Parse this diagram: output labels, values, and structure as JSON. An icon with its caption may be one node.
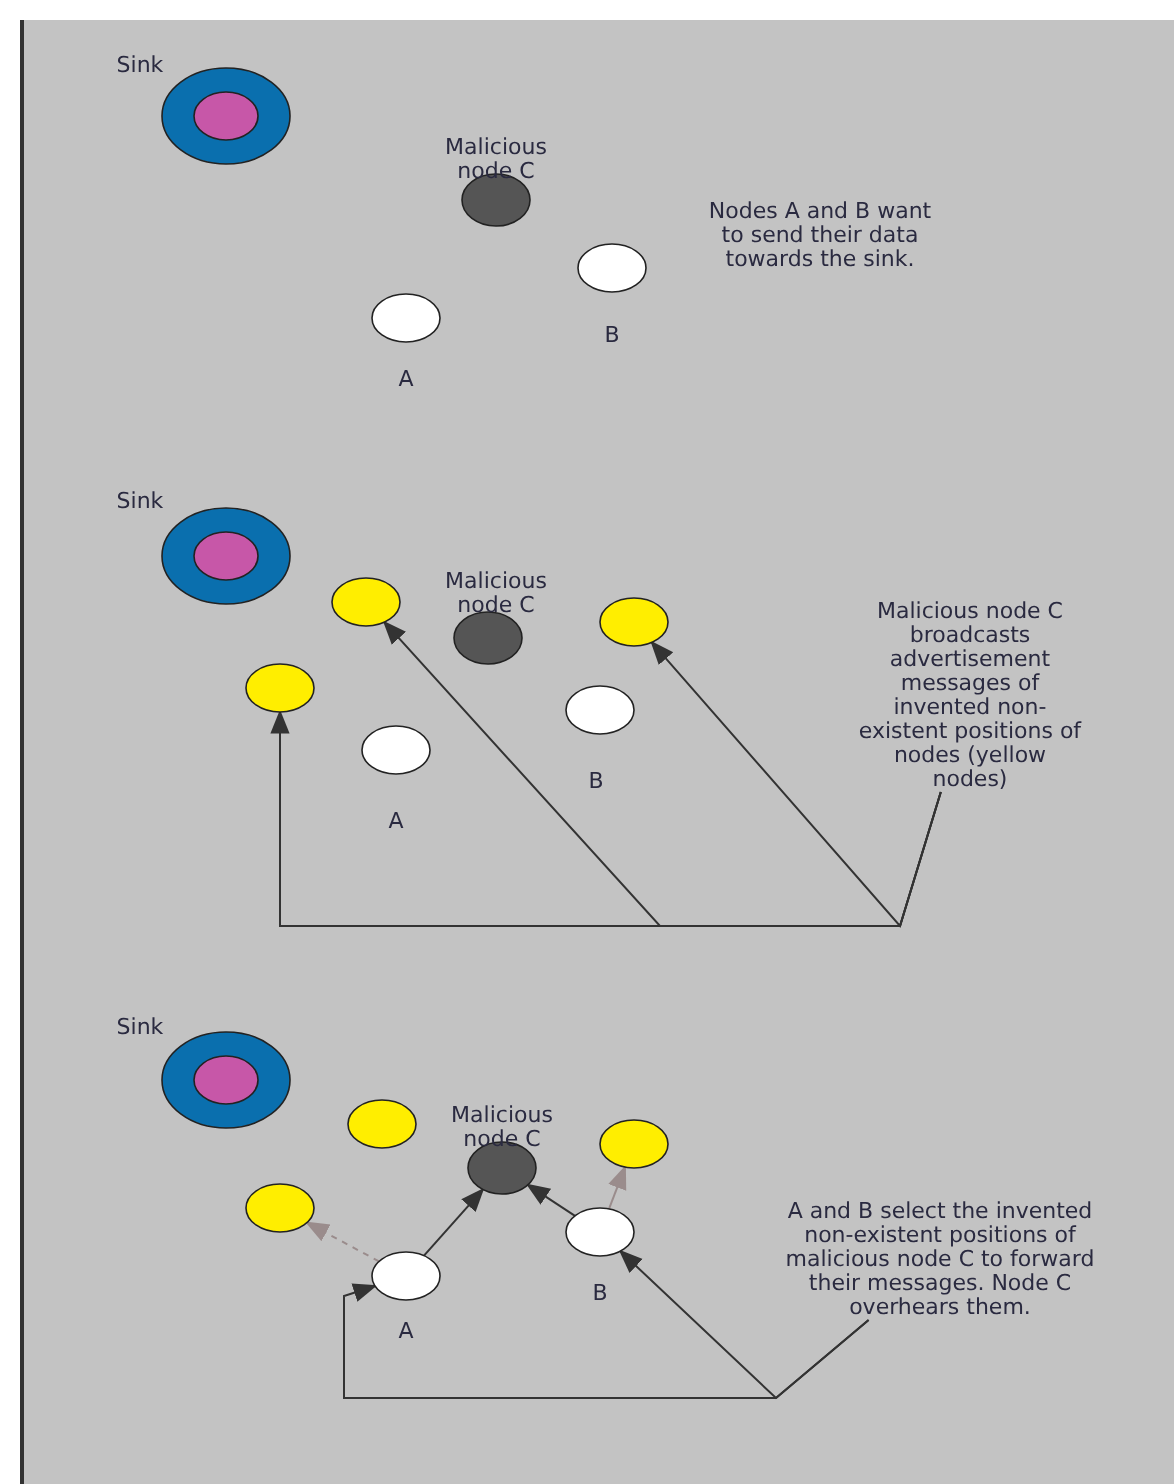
{
  "diagram": {
    "nodes": [
      {
        "text": [],
        "shape": "circle",
        "beside": [
          "Sink"
        ]
      },
      {
        "text": [],
        "shape": "circle",
        "beside": [
          "Malicious node C"
        ]
      },
      {
        "text": [],
        "shape": "circle",
        "beside": [
          "B"
        ]
      },
      {
        "text": [],
        "shape": "circle",
        "beside": [
          "A"
        ]
      },
      {
        "text": [],
        "shape": "circle",
        "beside": [
          "Sink"
        ]
      },
      {
        "text": [],
        "shape": "circle",
        "beside": [
          "Malicious node C"
        ]
      },
      {
        "text": [],
        "shape": "circle"
      },
      {
        "text": [],
        "shape": "circle"
      },
      {
        "text": [
          "Malicious node C broadcasts advertisement messages of invented non-existent positions of nodes (yellow nodes)"
        ]
      },
      {
        "text": [],
        "shape": "circle"
      },
      {
        "text": [],
        "shape": "circle",
        "beside": [
          "B"
        ]
      },
      {
        "text": [],
        "shape": "circle",
        "beside": [
          "A"
        ]
      },
      {
        "text": [],
        "shape": "circle",
        "beside": [
          "Sink"
        ]
      },
      {
        "text": [],
        "shape": "circle",
        "beside": [
          "Malicious node C"
        ]
      },
      {
        "text": [],
        "shape": "circle"
      },
      {
        "text": [],
        "shape": "circle"
      },
      {
        "text": [],
        "shape": "circle"
      },
      {
        "text": [
          "A and B select the invented non-existent positions of malicious node C to forward their messages.  Node C overhears them."
        ]
      },
      {
        "text": [],
        "shape": "circle",
        "beside": [
          "B"
        ]
      },
      {
        "text": [],
        "shape": "circle",
        "beside": [
          "A"
        ]
      }
    ],
    "edges": [
      {
        "from": 8,
        "to": 9,
        "arrow": "to"
      },
      {
        "from": 8,
        "to": 6,
        "arrow": "to"
      },
      {
        "from": 8,
        "to": 7,
        "arrow": "to"
      },
      {
        "from": 19,
        "to": 13,
        "arrow": "to"
      },
      {
        "from": 18,
        "to": 13,
        "arrow": "to"
      },
      {
        "from": 19,
        "to": 16,
        "arrow": "to",
        "style": "dashed",
        "color": "#9a8c8c"
      },
      {
        "from": 18,
        "to": 15,
        "arrow": "to",
        "color": "#9a8c8c"
      },
      {
        "from": 17,
        "to": 19,
        "arrow": "to"
      },
      {
        "from": 17,
        "to": 18,
        "arrow": "to"
      }
    ],
    "labels": [
      "Nodes A and B want to send their data towards the sink."
    ]
  }
}
